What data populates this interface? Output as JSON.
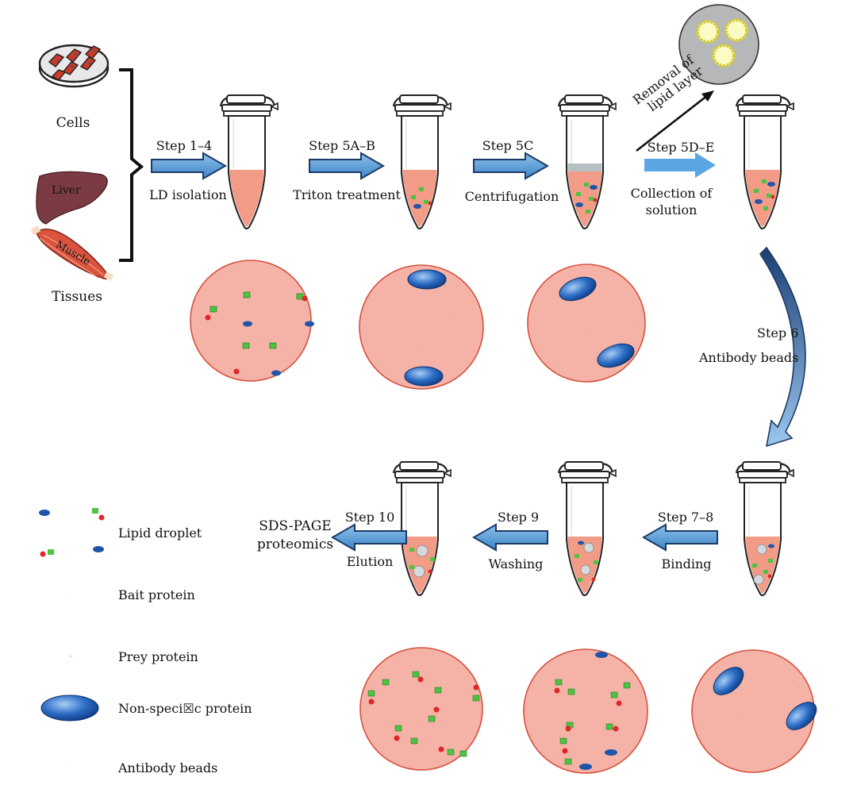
{
  "sources": {
    "cells": "Cells",
    "liver": "Liver",
    "muscle": "Muscle",
    "tissues": "Tissues"
  },
  "top_steps": [
    {
      "step": "Step 1–4",
      "label": "LD isolation"
    },
    {
      "step": "Step 5A–B",
      "label": "Triton treatment"
    },
    {
      "step": "Step 5C",
      "label": "Centrifugation"
    },
    {
      "step": "Step 5D–E",
      "label_line1": "Collection of",
      "label_line2": "solution"
    }
  ],
  "removal": {
    "line1": "Removal of",
    "line2": "lipid layer"
  },
  "step6": {
    "step": "Step 6",
    "label": "Antibody beads"
  },
  "bottom_steps": [
    {
      "step": "Step 7–8",
      "label": "Binding"
    },
    {
      "step": "Step 9",
      "label": "Washing"
    },
    {
      "step": "Step 10",
      "label": "Elution"
    }
  ],
  "final": {
    "line1": "SDS-PAGE",
    "line2": "proteomics"
  },
  "legend": [
    {
      "label": "Lipid droplet"
    },
    {
      "label": "Bait protein"
    },
    {
      "label": "Prey protein"
    },
    {
      "label": "Non-speci☒c protein"
    },
    {
      "label": "Antibody beads"
    }
  ],
  "colors": {
    "solution": "#f29b87",
    "zoom_fill": "#f5b3a7",
    "zoom_stroke": "#d7503e",
    "arrow": "#4a90d0",
    "lipid": "#f7f7c2",
    "lipid_dot": "#e6dc3a",
    "bait": "#4cc441",
    "prey": "#e0262a",
    "nonspec": "#1f55a8",
    "bead": "#cfd3d6"
  }
}
